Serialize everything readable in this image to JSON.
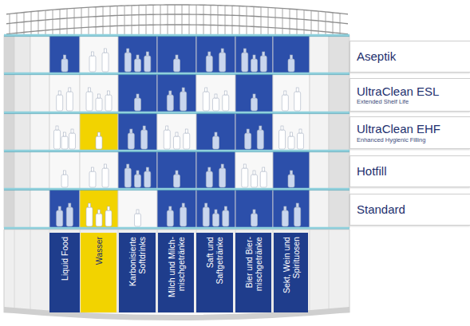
{
  "diagram": {
    "nodes": [
      {
        "text": [
          "Aseptik"
        ]
      },
      {
        "text": [
          "UltraClean ESL",
          "Extended Shelf Life"
        ]
      },
      {
        "text": [
          "UltraClean EHF",
          "Enhanced Hygienic Filling"
        ]
      },
      {
        "text": [
          "Hotfill"
        ]
      },
      {
        "text": [
          "Standard"
        ]
      },
      {
        "text": [
          "Liquid Food"
        ]
      },
      {
        "text": [
          "Wasser"
        ]
      },
      {
        "text": [
          "Karbonisierte Softdrinks"
        ]
      },
      {
        "text": [
          "Milch und Milch- mischgetränke"
        ]
      },
      {
        "text": [
          "Saft und Saftgetränke"
        ]
      },
      {
        "text": [
          "Bier und Bier- mischgetränke"
        ]
      },
      {
        "text": [
          "Sekt, Wein und Spirituosen"
        ]
      }
    ]
  }
}
